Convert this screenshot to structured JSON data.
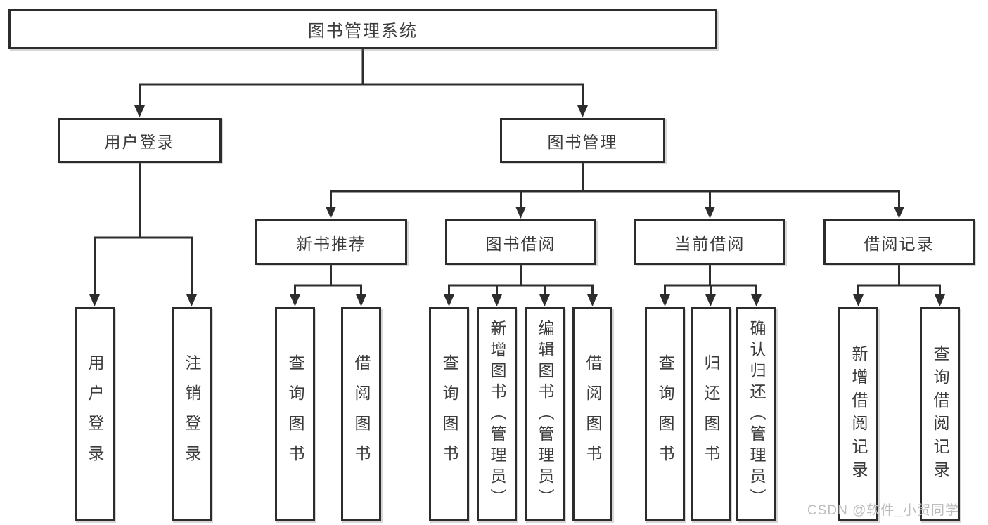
{
  "diagram": {
    "type": "hierarchy-tree",
    "nodes": {
      "root": "图书管理系统",
      "user_login": "用户登录",
      "book_management": "图书管理",
      "new_book_recommend": "新书推荐",
      "book_borrow": "图书借阅",
      "current_borrow": "当前借阅",
      "borrow_records": "借阅记录",
      "leaves": {
        "user": [
          "用户登录",
          "注销登录"
        ],
        "recommend": [
          "查询图书",
          "借阅图书"
        ],
        "borrow": [
          "查询图书",
          "新增图书（管理员）",
          "编辑图书（管理员）",
          "借阅图书"
        ],
        "current": [
          "查询图书",
          "归还图书",
          "确认归还（管理员）"
        ],
        "records": [
          "新增借阅记录",
          "查询借阅记录"
        ]
      }
    },
    "edges": [
      "图书管理系统→用户登录",
      "图书管理系统→图书管理",
      "用户登录→用户登录",
      "用户登录→注销登录",
      "图书管理→新书推荐",
      "图书管理→图书借阅",
      "图书管理→当前借阅",
      "图书管理→借阅记录",
      "新书推荐→查询图书",
      "新书推荐→借阅图书",
      "图书借阅→查询图书",
      "图书借阅→新增图书（管理员）",
      "图书借阅→编辑图书（管理员）",
      "图书借阅→借阅图书",
      "当前借阅→查询图书",
      "当前借阅→归还图书",
      "当前借阅→确认归还（管理员）",
      "借阅记录→新增借阅记录",
      "借阅记录→查询借阅记录"
    ]
  },
  "colors": {
    "line": "#2d2d2d",
    "border": "#2c2c2c",
    "text": "#3b3b3b",
    "background": "#ffffff",
    "watermark": "#bdbdbd"
  },
  "watermark": "CSDN @软件_小贺同学"
}
